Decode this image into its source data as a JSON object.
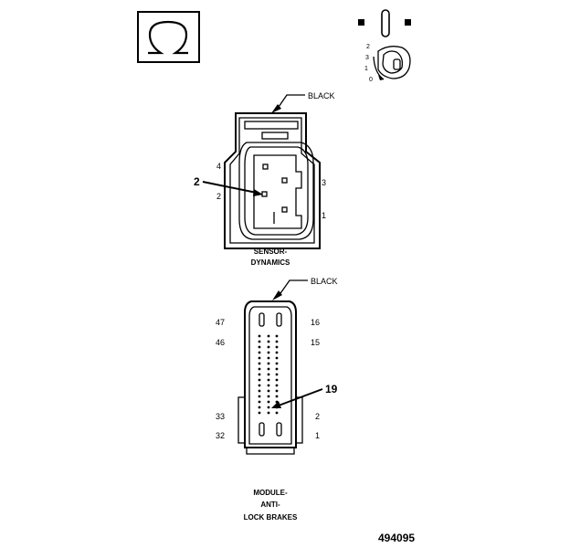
{
  "sensor": {
    "color_callout": "BLACK",
    "pin_4": "4",
    "pin_2": "2",
    "pin_3": "3",
    "pin_1": "1",
    "pointer_label": "2",
    "name_line1": "SENSOR-",
    "name_line2": "DYNAMICS"
  },
  "module": {
    "color_callout": "BLACK",
    "pin_47": "47",
    "pin_46": "46",
    "pin_33": "33",
    "pin_32": "32",
    "pin_16": "16",
    "pin_15": "15",
    "pin_2": "2",
    "pin_1": "1",
    "pointer_label": "19",
    "name_line1": "MODULE-",
    "name_line2": "ANTI-",
    "name_line3": "LOCK BRAKES"
  },
  "legend": {
    "pos_2": "2",
    "pos_3": "3",
    "pos_1": "1",
    "pos_0": "0"
  },
  "figure_id": "494095"
}
